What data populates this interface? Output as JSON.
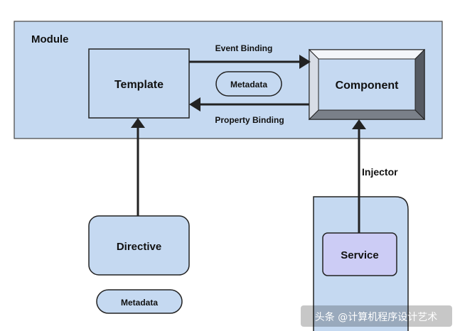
{
  "module": {
    "label": "Module"
  },
  "template": {
    "label": "Template"
  },
  "component": {
    "label": "Component"
  },
  "event_binding": {
    "label": "Event Binding"
  },
  "property_binding": {
    "label": "Property Binding"
  },
  "metadata_top": {
    "label": "Metadata"
  },
  "directive": {
    "label": "Directive"
  },
  "metadata_bottom": {
    "label": "Metadata"
  },
  "injector": {
    "label": "Injector"
  },
  "service": {
    "label": "Service"
  },
  "watermark": {
    "text": "头条 @计算机程序设计艺术"
  },
  "colors": {
    "module_fill": "#c5d9f1",
    "box_fill": "#c5d9f1",
    "service_fill": "#ccccf5",
    "stroke": "#222222",
    "arrow": "#222222"
  }
}
